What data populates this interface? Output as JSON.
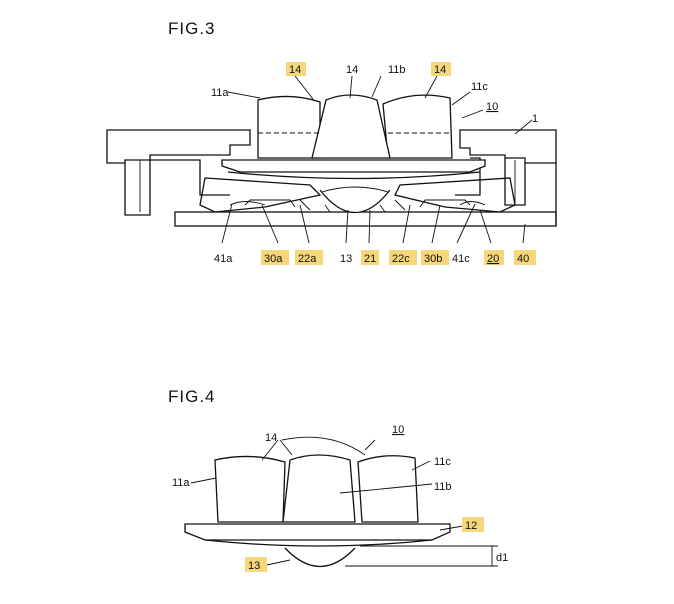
{
  "fig3": {
    "title": "FIG.3",
    "labels": {
      "l14_left": "14",
      "l14_mid": "14",
      "l11b": "11b",
      "l14_right": "14",
      "l11a": "11a",
      "l11c": "11c",
      "l10": "10",
      "l1": "1",
      "l41a": "41a",
      "l30a": "30a",
      "l22a": "22a",
      "l13": "13",
      "l21": "21",
      "l22c": "22c",
      "l30b": "30b",
      "l41c": "41c",
      "l20": "20",
      "l40": "40"
    }
  },
  "fig4": {
    "title": "FIG.4",
    "labels": {
      "l14": "14",
      "l10": "10",
      "l11c": "11c",
      "l11a": "11a",
      "l11b": "11b",
      "l12": "12",
      "l13": "13",
      "ld1": "d1"
    }
  },
  "colors": {
    "highlight": "#f6d77a",
    "ink": "#111111",
    "paper": "#ffffff"
  }
}
